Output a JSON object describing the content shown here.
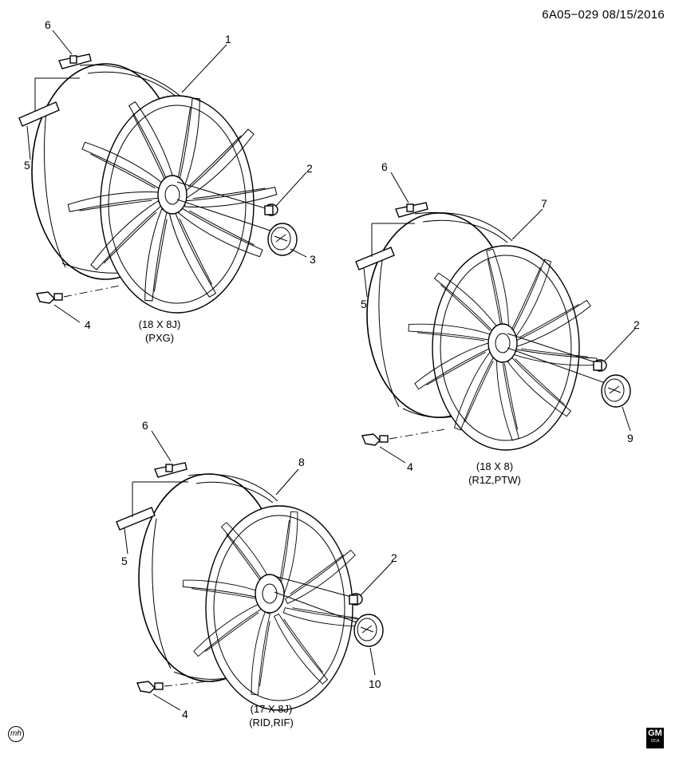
{
  "header": {
    "doc_code": "6A05−029  08/15/2016"
  },
  "wheels": [
    {
      "id": "wheel-1",
      "caption_size": "(18 X 8J)",
      "caption_rpo": "(PXG)"
    },
    {
      "id": "wheel-7",
      "caption_size": "(18 X 8)",
      "caption_rpo": "(R1Z,PTW)"
    },
    {
      "id": "wheel-8",
      "caption_size": "(17 X 8J)",
      "caption_rpo": "(RID,RIF)"
    }
  ],
  "callouts": {
    "w1": {
      "wheel": "1",
      "nut": "2",
      "cap": "3",
      "sensor": "4",
      "weight_tape": "5",
      "weight_clip": "6"
    },
    "w7": {
      "wheel": "7",
      "nut": "2",
      "cap": "9",
      "sensor": "4",
      "weight_tape": "5",
      "weight_clip": "6"
    },
    "w8": {
      "wheel": "8",
      "nut": "2",
      "cap": "10",
      "sensor": "4",
      "weight_tape": "5",
      "weight_clip": "6"
    }
  },
  "logos": {
    "artist_mark": "mh",
    "brand": "GM",
    "brand_sub": "OCA"
  }
}
